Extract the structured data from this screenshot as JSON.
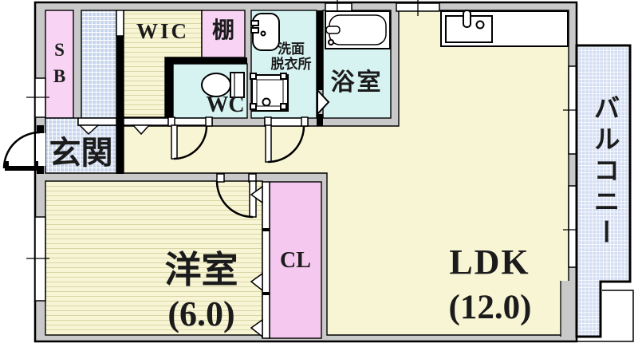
{
  "rooms": {
    "sb": {
      "label": "SB"
    },
    "wic": {
      "label": "WIC"
    },
    "shelf": {
      "label": "棚"
    },
    "washroom": {
      "line1": "洗面",
      "line2": "脱衣所"
    },
    "bathroom": {
      "label": "浴室"
    },
    "toilet": {
      "label": "WC"
    },
    "entrance": {
      "label": "玄関"
    },
    "western_room": {
      "label": "洋室",
      "size": "(6.0)"
    },
    "closet": {
      "label": "CL"
    },
    "ldk": {
      "label": "LDK",
      "size": "(12.0)"
    },
    "balcony": {
      "label": "バルコニー"
    }
  },
  "icons": {
    "bathtub": "bathtub-icon",
    "kitchen_sink": "kitchen-sink-icon",
    "toilet_bowl": "toilet-icon",
    "washbasin": "washbasin-icon",
    "washing_machine_pan": "washing-machine-pan-icon",
    "door_swing": "door-swing-arc",
    "folding_door": "folding-door-triangle",
    "window": "window-symbol",
    "step_marker": "step-triangle-marker"
  },
  "colors": {
    "wall_gray": "#c9c9c9",
    "room_yellow": "#f8f5d5",
    "stripe_yellow": "#d9d5a6",
    "room_pink": "#f8d3f3",
    "closet_pink": "#f5c8ef",
    "room_cyan": "#d6f3f2",
    "entry_blue": "#c6d5ed",
    "balcony_blue": "#d4def3",
    "grid_white": "#ffffff",
    "line_black": "#000000",
    "fixture_white": "#ffffff",
    "text_black": "#1b1b1b"
  }
}
